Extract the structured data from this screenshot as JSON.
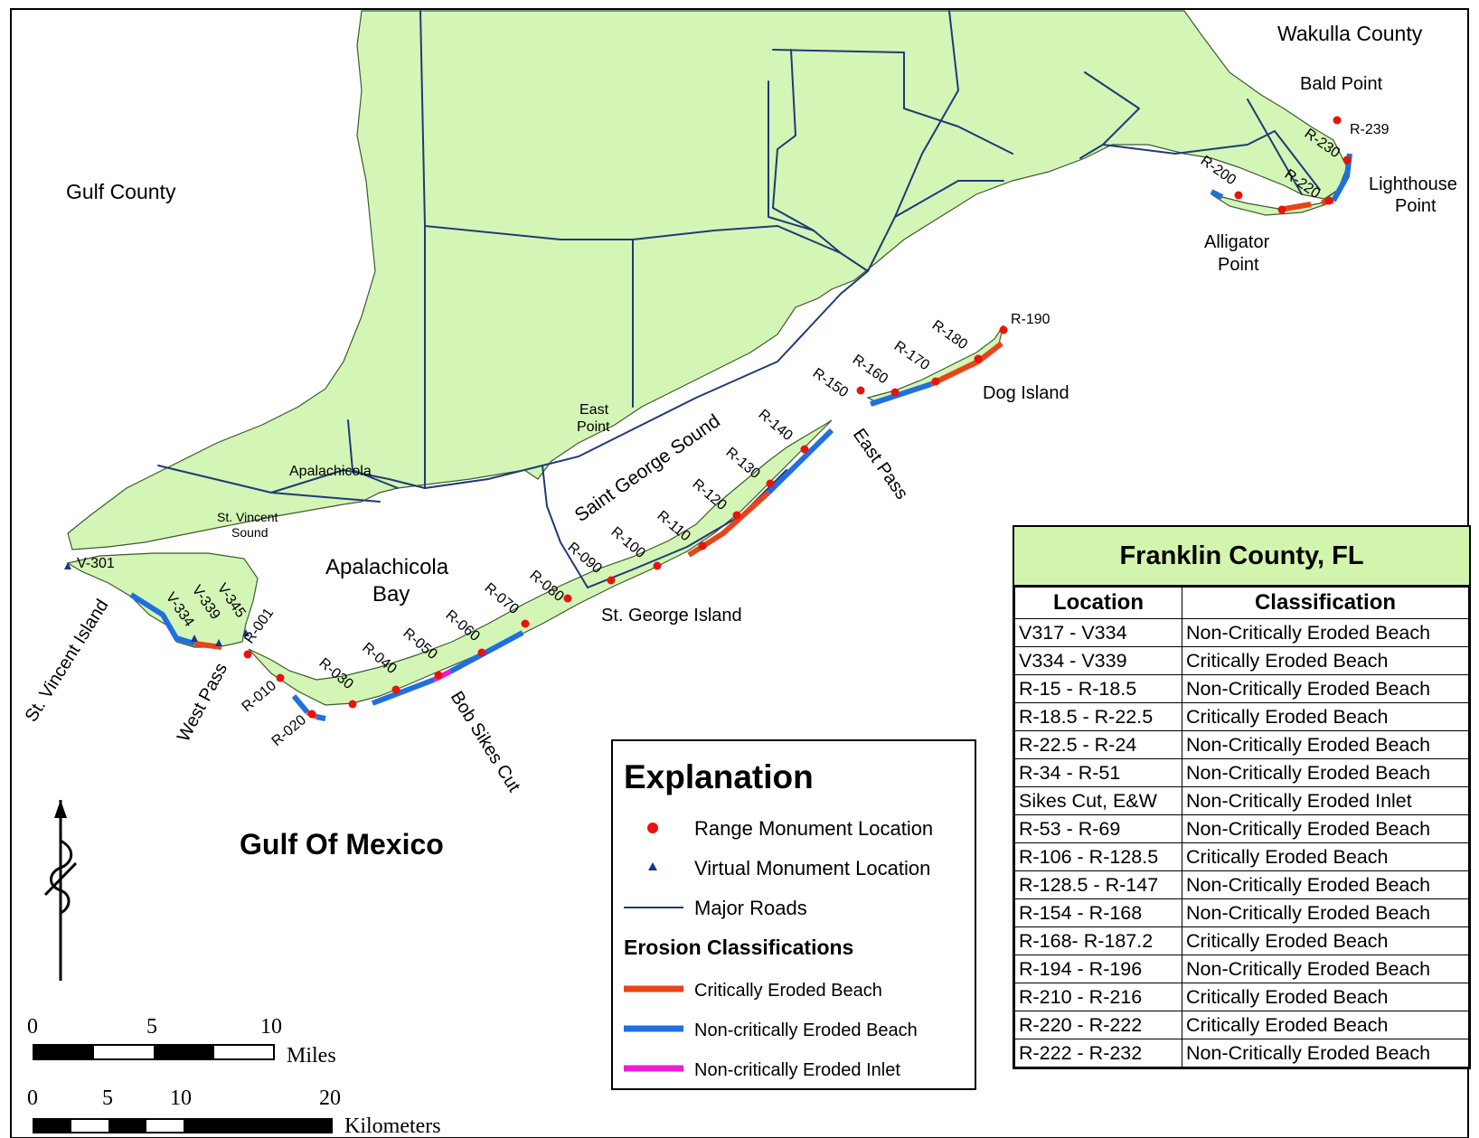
{
  "map": {
    "counties": {
      "gulf": "Gulf County",
      "wakulla": "Wakulla County"
    },
    "water": {
      "gulf": "Gulf Of Mexico",
      "bay_line1": "Apalachicola",
      "bay_line2": "Bay",
      "sound": "Saint George Sound",
      "stv_sound_line1": "St. Vincent",
      "stv_sound_line2": "Sound"
    },
    "places": {
      "apalachicola": "Apalachicola",
      "east_point_1": "East",
      "east_point_2": "Point",
      "st_george_island": "St. George Island",
      "st_vincent_island": "St. Vincent Island",
      "dog_island": "Dog Island",
      "bald_point": "Bald Point",
      "lighthouse_1": "Lighthouse",
      "lighthouse_2": "Point",
      "alligator_1": "Alligator",
      "alligator_2": "Point",
      "east_pass": "East Pass",
      "west_pass": "West Pass",
      "bob_sikes": "Bob Sikes Cut"
    },
    "monuments": [
      "R-001",
      "R-010",
      "R-020",
      "R-030",
      "R-040",
      "R-050",
      "R-060",
      "R-070",
      "R-080",
      "R-090",
      "R-100",
      "R-110",
      "R-120",
      "R-130",
      "R-140",
      "R-150",
      "R-160",
      "R-170",
      "R-180",
      "R-190",
      "R-200",
      "R-220",
      "R-230",
      "R-239"
    ],
    "virtual_monuments": [
      "V-301",
      "V-334",
      "V-339",
      "V-345"
    ]
  },
  "scale": {
    "miles": {
      "ticks": [
        "0",
        "5",
        "10"
      ],
      "unit": "Miles"
    },
    "km": {
      "ticks": [
        "0",
        "5",
        "10",
        "20"
      ],
      "unit": "Kilometers"
    }
  },
  "explanation": {
    "title": "Explanation",
    "items": [
      {
        "symbol": "range-monument",
        "label": "Range Monument Location"
      },
      {
        "symbol": "virtual-monument",
        "label": "Virtual Monument Location"
      },
      {
        "symbol": "major-road",
        "label": "Major Roads"
      }
    ],
    "erosion_title": "Erosion Classifications",
    "erosion": [
      {
        "label": "Critically Eroded Beach",
        "color": "#e8441a"
      },
      {
        "label": "Non-critically Eroded Beach",
        "color": "#1f6fe0"
      },
      {
        "label": "Non-critically Eroded Inlet",
        "color": "#ee1bd6"
      }
    ]
  },
  "table": {
    "title": "Franklin County, FL",
    "headers": [
      "Location",
      "Classification"
    ],
    "rows": [
      [
        "V317 - V334",
        "Non-Critically Eroded Beach"
      ],
      [
        "V334 - V339",
        "Critically Eroded Beach"
      ],
      [
        "R-15 - R-18.5",
        "Non-Critically Eroded Beach"
      ],
      [
        "R-18.5 - R-22.5",
        "Critically Eroded Beach"
      ],
      [
        "R-22.5 - R-24",
        "Non-Critically Eroded Beach"
      ],
      [
        "R-34 - R-51",
        "Non-Critically Eroded Beach"
      ],
      [
        "Sikes Cut, E&W",
        "Non-Critically Eroded Inlet"
      ],
      [
        "R-53 - R-69",
        "Non-Critically Eroded Beach"
      ],
      [
        "R-106 - R-128.5",
        "Critically Eroded Beach"
      ],
      [
        "R-128.5 - R-147",
        "Non-Critically Eroded Beach"
      ],
      [
        "R-154 - R-168",
        "Non-Critically Eroded Beach"
      ],
      [
        "R-168- R-187.2",
        "Critically Eroded Beach"
      ],
      [
        "R-194 - R-196",
        "Non-Critically Eroded Beach"
      ],
      [
        "R-210 - R-216",
        "Critically Eroded Beach"
      ],
      [
        "R-220 - R-222",
        "Critically Eroded Beach"
      ],
      [
        "R-222 - R-232",
        "Non-Critically Eroded Beach"
      ]
    ]
  }
}
